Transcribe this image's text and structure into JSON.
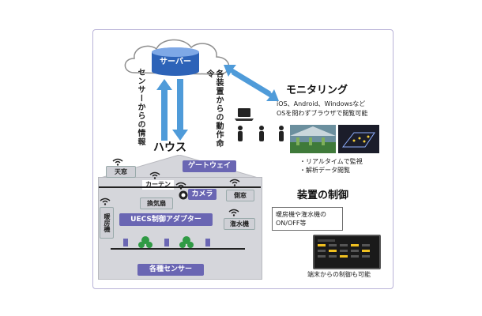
{
  "server": {
    "label": "サーバー"
  },
  "flows": {
    "sensor_info": "センサーからの情報",
    "device_commands": "各装置からの動作命令"
  },
  "house": {
    "title": "ハウス",
    "gateway": "ゲートウェイ",
    "camera": "カメラ",
    "adapter": "UECS制御アダプター",
    "sensors": "各種センサー",
    "devices": {
      "skylight": "天窓",
      "curtain": "カーテン",
      "fan": "換気扇",
      "side_window": "側窓",
      "heater": "暖房機",
      "irrigation": "潅水機"
    }
  },
  "monitoring": {
    "title": "モニタリング",
    "line1": "iOS、Android、Windowsなど",
    "line2": "OSを問わずブラウザで閲覧可能",
    "bullets": [
      "・リアルタイムで監視",
      "・解析データ閲覧"
    ]
  },
  "control": {
    "title": "装置の制御",
    "bubble_line1": "暖房機や潅水機の",
    "bubble_line2": "ON/OFF等",
    "footer": "端末からの制御も可能"
  },
  "colors": {
    "accent_purple": "#6a66b3",
    "arrow_blue": "#4f9bd9",
    "server_blue": "#2d63b8"
  }
}
